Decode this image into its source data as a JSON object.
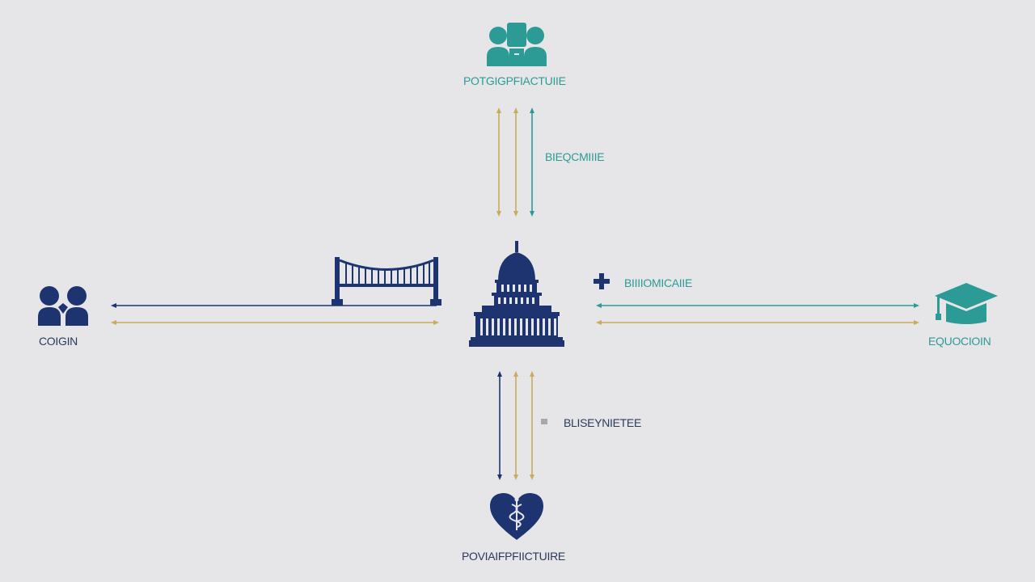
{
  "colors": {
    "background": "#e6e6e8",
    "navy": "#1d3470",
    "teal": "#2c9b95",
    "gold": "#c9ab5d"
  },
  "labels": {
    "top": "POTGIGPFIACTUIIE",
    "top_link": "BIEQCMIIIE",
    "left": "COIGIN",
    "right_link": "BIIIIOMICAIIE",
    "right": "EQUOCIOIN",
    "bottom_link": "BLISEYNIETEE",
    "bottom": "POVIAIFPFIICTUIRE"
  },
  "icons": {
    "top": "people-team-icon",
    "left": "people-icon",
    "center": "capitol-building-icon",
    "bridge": "bridge-icon",
    "right": "graduation-cap-icon",
    "right_plus": "plus-icon",
    "bottom": "heart-caduceus-icon"
  }
}
